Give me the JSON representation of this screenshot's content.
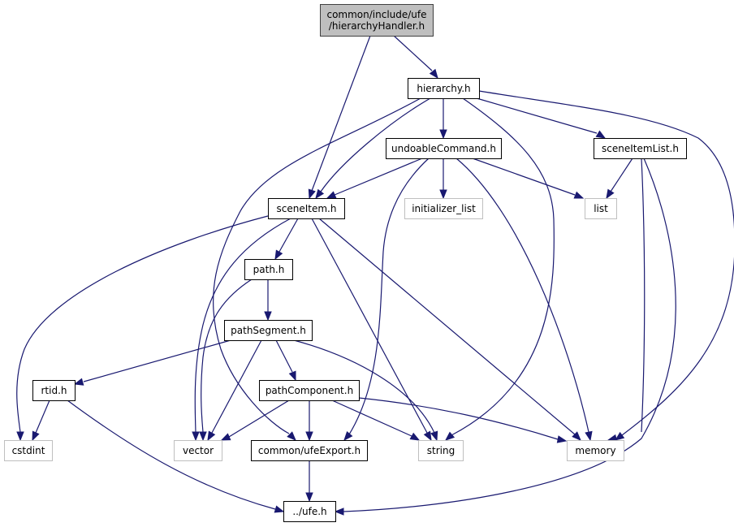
{
  "title": "common/include/ufe/hierarchyHandler.h include dependency graph",
  "colors": {
    "edge": "#191970",
    "root_fill": "#bfbfbf",
    "root_border": "#404040",
    "documented_border": "#000000",
    "external_border": "#bfbfbf",
    "external_text": "#000000"
  },
  "nodes": [
    {
      "id": "hierarchyHandler",
      "lines": [
        "common/include/ufe",
        "/hierarchyHandler.h"
      ],
      "kind": "root"
    },
    {
      "id": "hierarchy",
      "lines": [
        "hierarchy.h"
      ],
      "kind": "documented"
    },
    {
      "id": "undoableCommand",
      "lines": [
        "undoableCommand.h"
      ],
      "kind": "documented"
    },
    {
      "id": "sceneItemList",
      "lines": [
        "sceneItemList.h"
      ],
      "kind": "documented"
    },
    {
      "id": "sceneItem",
      "lines": [
        "sceneItem.h"
      ],
      "kind": "documented"
    },
    {
      "id": "initializer_list",
      "lines": [
        "initializer_list"
      ],
      "kind": "external"
    },
    {
      "id": "list",
      "lines": [
        "list"
      ],
      "kind": "external"
    },
    {
      "id": "path",
      "lines": [
        "path.h"
      ],
      "kind": "documented"
    },
    {
      "id": "pathSegment",
      "lines": [
        "pathSegment.h"
      ],
      "kind": "documented"
    },
    {
      "id": "rtid",
      "lines": [
        "rtid.h"
      ],
      "kind": "documented"
    },
    {
      "id": "pathComponent",
      "lines": [
        "pathComponent.h"
      ],
      "kind": "documented"
    },
    {
      "id": "cstdint",
      "lines": [
        "cstdint"
      ],
      "kind": "external"
    },
    {
      "id": "vector",
      "lines": [
        "vector"
      ],
      "kind": "external"
    },
    {
      "id": "ufeExport",
      "lines": [
        "common/ufeExport.h"
      ],
      "kind": "documented"
    },
    {
      "id": "string",
      "lines": [
        "string"
      ],
      "kind": "external"
    },
    {
      "id": "memory",
      "lines": [
        "memory"
      ],
      "kind": "external"
    },
    {
      "id": "ufe",
      "lines": [
        "../ufe.h"
      ],
      "kind": "documented"
    }
  ],
  "edges": [
    {
      "from": "hierarchyHandler",
      "to": "sceneItem"
    },
    {
      "from": "hierarchyHandler",
      "to": "hierarchy"
    },
    {
      "from": "hierarchy",
      "to": "sceneItem"
    },
    {
      "from": "hierarchy",
      "to": "undoableCommand"
    },
    {
      "from": "hierarchy",
      "to": "sceneItemList"
    },
    {
      "from": "hierarchy",
      "to": "ufeExport"
    },
    {
      "from": "hierarchy",
      "to": "string"
    },
    {
      "from": "hierarchy",
      "to": "memory"
    },
    {
      "from": "undoableCommand",
      "to": "sceneItem"
    },
    {
      "from": "undoableCommand",
      "to": "initializer_list"
    },
    {
      "from": "undoableCommand",
      "to": "list"
    },
    {
      "from": "undoableCommand",
      "to": "ufeExport"
    },
    {
      "from": "undoableCommand",
      "to": "memory"
    },
    {
      "from": "sceneItemList",
      "to": "list"
    },
    {
      "from": "sceneItemList",
      "to": "memory"
    },
    {
      "from": "sceneItemList",
      "to": "ufe"
    },
    {
      "from": "sceneItem",
      "to": "path"
    },
    {
      "from": "sceneItem",
      "to": "cstdint"
    },
    {
      "from": "sceneItem",
      "to": "vector"
    },
    {
      "from": "sceneItem",
      "to": "string"
    },
    {
      "from": "sceneItem",
      "to": "memory"
    },
    {
      "from": "path",
      "to": "pathSegment"
    },
    {
      "from": "path",
      "to": "vector"
    },
    {
      "from": "pathSegment",
      "to": "rtid"
    },
    {
      "from": "pathSegment",
      "to": "pathComponent"
    },
    {
      "from": "pathSegment",
      "to": "vector"
    },
    {
      "from": "pathSegment",
      "to": "string"
    },
    {
      "from": "rtid",
      "to": "cstdint"
    },
    {
      "from": "rtid",
      "to": "ufe"
    },
    {
      "from": "pathComponent",
      "to": "vector"
    },
    {
      "from": "pathComponent",
      "to": "ufeExport"
    },
    {
      "from": "pathComponent",
      "to": "string"
    },
    {
      "from": "pathComponent",
      "to": "memory"
    },
    {
      "from": "ufeExport",
      "to": "ufe"
    }
  ]
}
